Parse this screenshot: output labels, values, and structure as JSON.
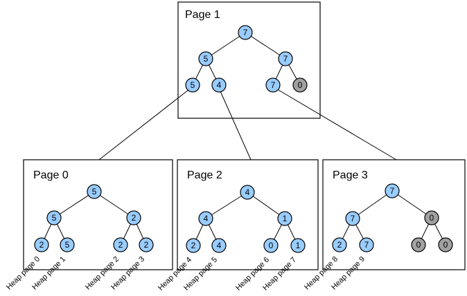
{
  "pages": {
    "p1": {
      "title": "Page 1",
      "nodes": {
        "root": "7",
        "l": "5",
        "r": "7",
        "ll": "5",
        "lr": "4",
        "rl": "7",
        "rr": "0"
      }
    },
    "p0": {
      "title": "Page 0",
      "nodes": {
        "root": "5",
        "l": "5",
        "r": "2",
        "ll": "2",
        "lr": "5",
        "rl": "2",
        "rr": "2"
      }
    },
    "p2": {
      "title": "Page 2",
      "nodes": {
        "root": "4",
        "l": "4",
        "r": "1",
        "ll": "2",
        "lr": "4",
        "rl": "0",
        "rr": "1"
      }
    },
    "p3": {
      "title": "Page 3",
      "nodes": {
        "root": "7",
        "l": "7",
        "r": "0",
        "ll": "2",
        "lr": "7",
        "rl": "0",
        "rr": "0"
      }
    }
  },
  "heap_labels": [
    "Heap page 0",
    "Heap page 1",
    "Heap page 2",
    "Heap page 3",
    "Heap page 4",
    "Heap page 5",
    "Heap page 6",
    "Heap page 7",
    "Heap page 8",
    "Heap page 9"
  ],
  "colors": {
    "node_blue": "#99CCFF",
    "node_gray": "#A0A0A0",
    "line": "#000000",
    "background": "#FFFFFF"
  }
}
